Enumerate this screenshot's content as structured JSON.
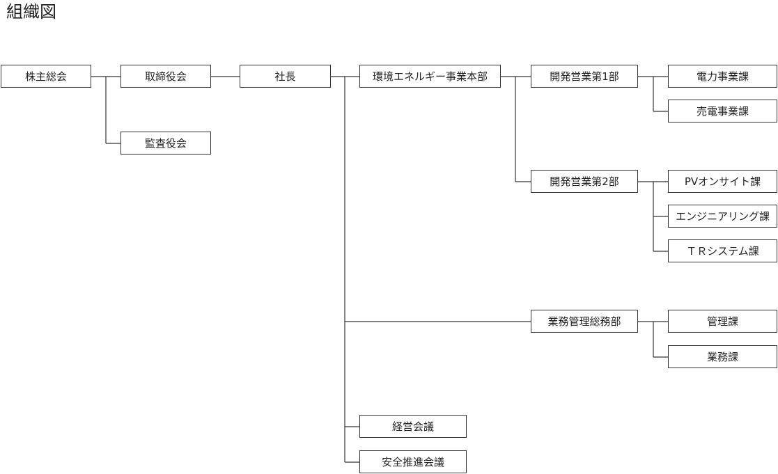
{
  "title": "組織図",
  "nodes": {
    "shareholders": "株主総会",
    "board": "取締役会",
    "auditors": "監査役会",
    "president": "社長",
    "env_energy_hq": "環境エネルギー事業本部",
    "sales1": "開発営業第1部",
    "power_biz": "電力事業課",
    "power_sales": "売電事業課",
    "sales2": "開発営業第2部",
    "pv_onsite": "PVオンサイト課",
    "engineering": "エンジニアリング課",
    "tr_system": "ＴＲシステム課",
    "admin_dept": "業務管理総務部",
    "management": "管理課",
    "operations": "業務課",
    "mgmt_meeting": "経営会議",
    "safety_meeting": "安全推進会議"
  }
}
